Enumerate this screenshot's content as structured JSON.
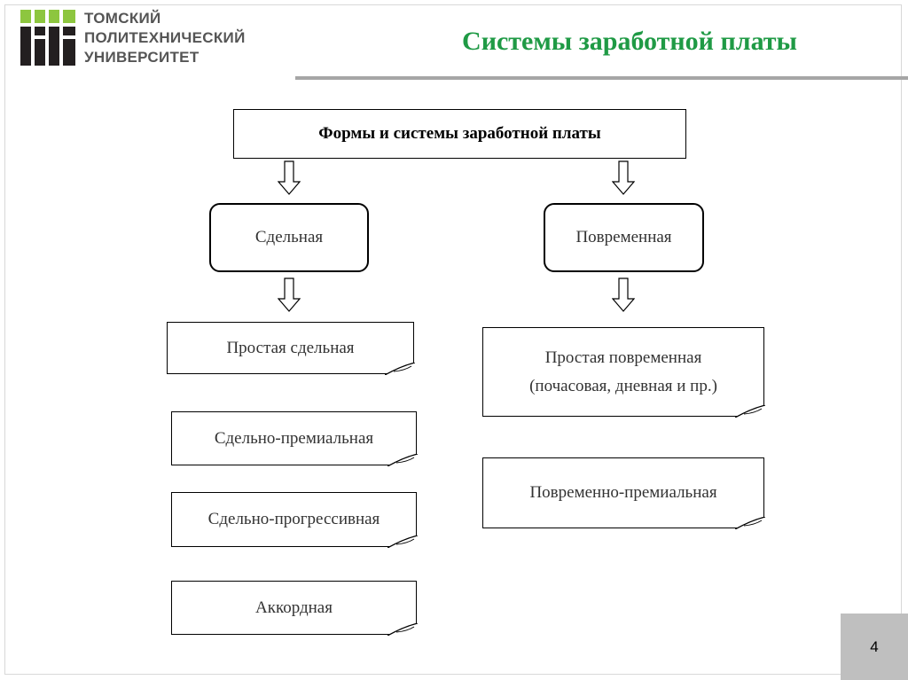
{
  "logo": {
    "line1": "ТОМСКИЙ",
    "line2": "ПОЛИТЕХНИЧЕСКИЙ",
    "line3": "УНИВЕРСИТЕТ",
    "icon": "tpu-logo-icon",
    "colors": {
      "green": "#8dc63f",
      "dark": "#231f20"
    }
  },
  "title": "Системы заработной платы",
  "diagram": {
    "root": "Формы и системы заработной платы",
    "left": {
      "category": "Сдельная",
      "items": [
        "Простая сдельная",
        "Сдельно-премиальная",
        "Сдельно-прогрессивная",
        "Аккордная"
      ]
    },
    "right": {
      "category": "Повременная",
      "items": [
        {
          "line1": "Простая повременная",
          "line2": "(почасовая, дневная и пр.)"
        },
        {
          "line1": "Повременно-премиальная"
        }
      ]
    }
  },
  "page_number": "4",
  "colors": {
    "title": "#1f9a45",
    "rule": "#a6a6a6",
    "page_box": "#bfbfbf"
  }
}
